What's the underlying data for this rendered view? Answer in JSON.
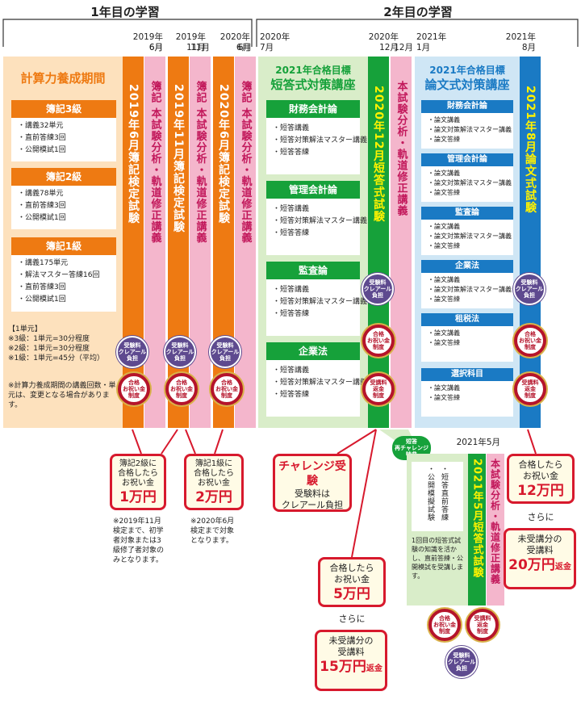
{
  "year1": {
    "title": "1年目の学習"
  },
  "year2": {
    "title": "2年目の学習"
  },
  "dates": {
    "d1": "2019年\n6月",
    "d1b": "6月",
    "d2": "2019年\n11月",
    "d2b": "11月",
    "d3": "2020年\n6月",
    "d3b": "6月",
    "d4": "2020年\n7月",
    "d5": "2020年\n12月",
    "d5b": "12月",
    "d6": "2021年\n1月",
    "d7": "2021年\n8月",
    "d8": "2021年5月"
  },
  "calc_period": {
    "title": "計算力養成期間",
    "boxes": [
      {
        "title": "簿記3級",
        "items": [
          "・講義32単元",
          "・直前答練3回",
          "・公開模試1回"
        ]
      },
      {
        "title": "簿記2級",
        "items": [
          "・講義78単元",
          "・直前答練3回",
          "・公開模試1回"
        ]
      },
      {
        "title": "簿記1級",
        "items": [
          "・講義175単元",
          "・解法マスター答練16回",
          "・直前答練3回",
          "・公開模試1回"
        ]
      }
    ],
    "unit_note": [
      "【1単元】",
      "※3級：1単元=30分程度",
      "※2級：1単元=30分程度",
      "※1級：1単元=45分（平均）"
    ],
    "change_note": "※計算力養成期間の講義回数・単元は、変更となる場合があります。"
  },
  "bars": {
    "exam_2019_06": "2019年6月簿記検定試験",
    "pink_1": "簿記 本試験分析・軌道修正講義",
    "exam_2019_11": "2019年11月簿記検定試験",
    "pink_2": "簿記 本試験分析・軌道修正講義",
    "exam_2020_06": "2020年6月簿記検定試験",
    "pink_3": "簿記 本試験分析・軌道修正講義",
    "exam_2020_12": "2020年12月短答式試験",
    "pink_4": "本試験分析・軌道修正講義",
    "exam_2021_08": "2021年8月論文式試験",
    "exam_2021_05": "2021年5月短答式試験",
    "pink_5": "本試験分析・軌道修正講義"
  },
  "short_course": {
    "target": "2021年合格目標",
    "title": "短答式対策講座",
    "boxes": [
      {
        "title": "財務会計論",
        "items": [
          "・短答講義",
          "・短答対策解法マスター講義",
          "・短答答練"
        ]
      },
      {
        "title": "管理会計論",
        "items": [
          "・短答講義",
          "・短答対策解法マスター講義",
          "・短答答練"
        ]
      },
      {
        "title": "監査論",
        "items": [
          "・短答講義",
          "・短答対策解法マスター講義",
          "・短答答練"
        ]
      },
      {
        "title": "企業法",
        "items": [
          "・短答講義",
          "・短答対策解法マスター講義",
          "・短答答練"
        ]
      }
    ]
  },
  "essay_course": {
    "target": "2021年合格目標",
    "title": "論文式対策講座",
    "boxes": [
      {
        "title": "財務会計論",
        "items": [
          "・論文講義",
          "・論文対策解法マスター講義",
          "・論文答練"
        ]
      },
      {
        "title": "管理会計論",
        "items": [
          "・論文講義",
          "・論文対策解法マスター講義",
          "・論文答練"
        ]
      },
      {
        "title": "監査論",
        "items": [
          "・論文講義",
          "・論文対策解法マスター講義",
          "・論文答練"
        ]
      },
      {
        "title": "企業法",
        "items": [
          "・論文講義",
          "・論文対策解法マスター講義",
          "・論文答練"
        ]
      },
      {
        "title": "租税法",
        "items": [
          "・論文講義",
          "・論文答練"
        ]
      },
      {
        "title": "選択科目",
        "items": [
          "・論文講義",
          "・論文答練"
        ]
      }
    ]
  },
  "seals": {
    "free_exam": "受験料\nクレアール\n負担",
    "celebration": "合格\nお祝い金\n制度",
    "refund": "受講料\n返金\n制度"
  },
  "rechallenge": {
    "badge": "短答\n再チャレンジ\n特典",
    "items": [
      "・短答直前答練",
      "・公開模擬試験"
    ],
    "desc": "1回目の短答式試験の知識を活かし、直前答練・公開模試を受講します。"
  },
  "callouts": {
    "boki2_text": "簿記2級に\n合格したら\nお祝い金",
    "boki2_amount": "1万円",
    "boki2_note": "※2019年11月検定まで、初学者対象または3級修了者対象のみとなります。",
    "boki1_text": "簿記1級に\n合格したら\nお祝い金",
    "boki1_amount": "2万円",
    "boki1_note": "※2020年6月検定まで対象となります。",
    "challenge_title": "チャレンジ受験",
    "challenge_text": "受験料は\nクレアール負担",
    "pass5_text": "合格したら\nお祝い金",
    "pass5_amount": "5万円",
    "further1": "さらに",
    "refund15_text": "未受講分の\n受講料",
    "refund15_amount": "15万円",
    "refund15_suffix": "返金",
    "pass12_text": "合格したら\nお祝い金",
    "pass12_amount": "12万円",
    "further2": "さらに",
    "refund20_text": "未受講分の\n受講料",
    "refund20_amount": "20万円",
    "refund20_suffix": "返金"
  },
  "colors": {
    "orange": "#ee7a12",
    "pink": "#f4b6cc",
    "green": "#16a13a",
    "blue": "#1a7ac4",
    "peach": "#fde1bd",
    "lightgreen": "#d9edc9",
    "lightblue": "#cfe6f5",
    "red": "#d7192d"
  }
}
